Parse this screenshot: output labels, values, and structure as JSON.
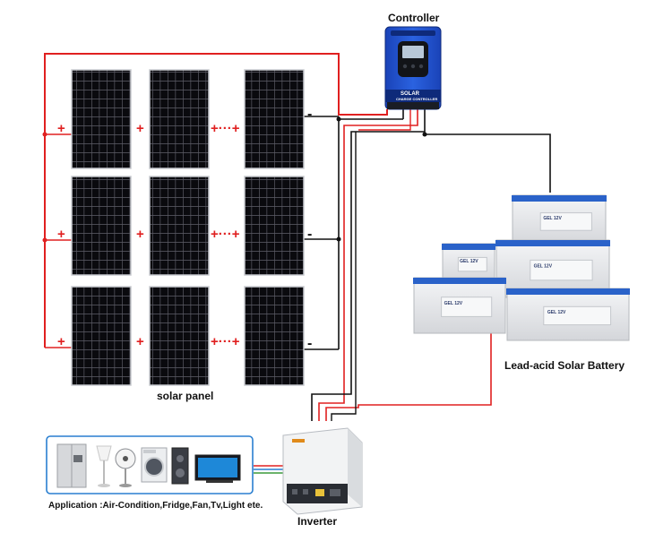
{
  "labels": {
    "controller": "Controller",
    "solar_panel": "solar panel",
    "battery": "Lead-acid Solar Battery",
    "inverter": "Inverter",
    "application": "Application :Air-Condition,Fridge,Fan,Tv,Light ete."
  },
  "panel_signs": {
    "plus": "+",
    "series_gap": "+···+",
    "minus": "-"
  },
  "controller_screen": {
    "brand": "SOLAR",
    "model": "CHARGE CONTROLLER"
  },
  "battery_model": "GEL 12V",
  "colors": {
    "positive_wire": "#e02020",
    "negative_wire": "#111111",
    "controller_body": "#1e4fd0",
    "panel_cell": "#0b0b0f",
    "battery_lid": "#2a62c9",
    "battery_body": "#e7e8ea",
    "app_border": "#2a7fd0"
  },
  "icons": [
    "fridge-icon",
    "lamp-icon",
    "fan-icon",
    "washer-icon",
    "speaker-icon",
    "tv-icon"
  ]
}
